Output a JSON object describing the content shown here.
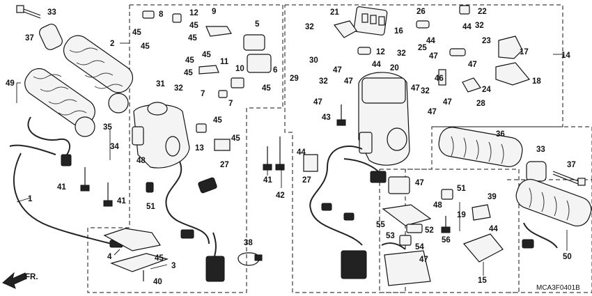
{
  "diagram": {
    "drawing_code": "MCA3F0401B",
    "direction_label": "FR.",
    "callouts": [
      "1",
      "2",
      "3",
      "4",
      "5",
      "6",
      "7",
      "8",
      "9",
      "10",
      "11",
      "12",
      "13",
      "14",
      "15",
      "16",
      "17",
      "18",
      "19",
      "20",
      "21",
      "22",
      "23",
      "24",
      "25",
      "26",
      "27",
      "28",
      "29",
      "30",
      "31",
      "32",
      "33",
      "34",
      "35",
      "36",
      "37",
      "38",
      "39",
      "40",
      "41",
      "42",
      "43",
      "44",
      "45",
      "46",
      "47",
      "48",
      "49",
      "50",
      "51",
      "52",
      "53",
      "54",
      "55",
      "56"
    ]
  }
}
